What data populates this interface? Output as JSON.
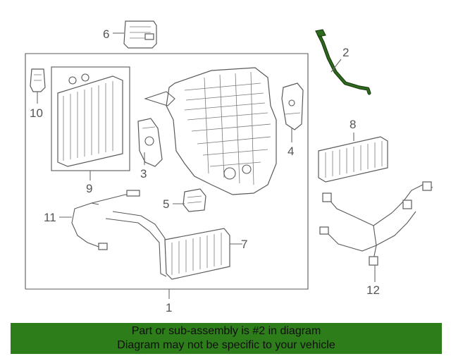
{
  "callouts": {
    "c1": "1",
    "c2": "2",
    "c3": "3",
    "c4": "4",
    "c5": "5",
    "c6": "6",
    "c7": "7",
    "c8": "8",
    "c9": "9",
    "c10": "10",
    "c11": "11",
    "c12": "12"
  },
  "highlight": {
    "part": "2",
    "color": "#2e6b1f"
  },
  "banner": {
    "line1": "Part or sub-assembly is #2 in diagram",
    "line2": "Diagram may not be specific to your vehicle",
    "background": "#2e7d1b"
  }
}
